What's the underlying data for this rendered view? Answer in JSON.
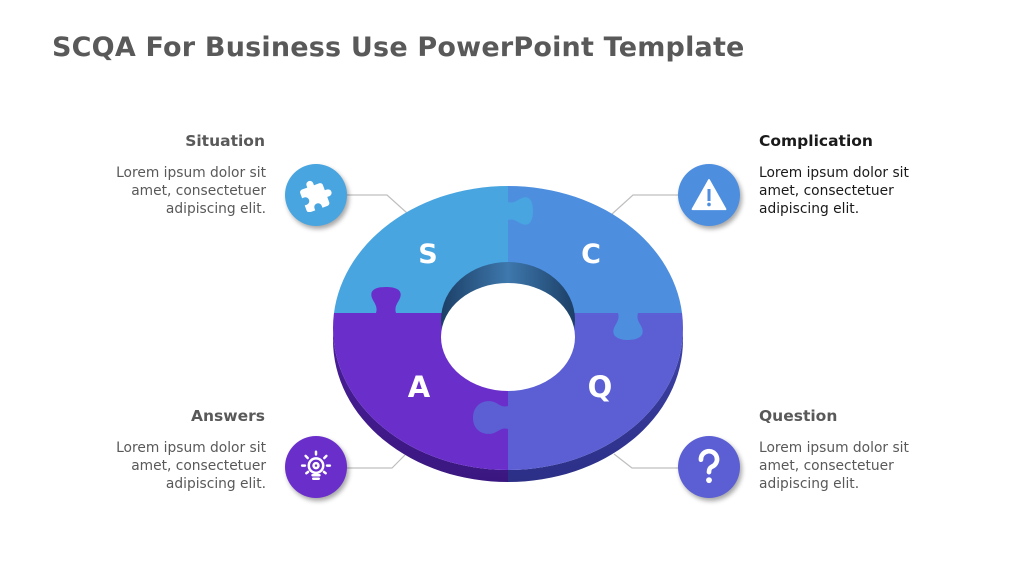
{
  "slide": {
    "title": "SCQA For Business Use PowerPoint Template"
  },
  "sections": {
    "situation": {
      "heading": "Situation",
      "body": "Lorem ipsum dolor sit amet, consectetuer adipiscing elit.",
      "letter": "S",
      "icon": "puzzle-piece-icon",
      "color": "#48a5e0"
    },
    "complication": {
      "heading": "Complication",
      "body": "Lorem ipsum dolor sit amet, consectetuer adipiscing elit.",
      "letter": "C",
      "icon": "warning-triangle-icon",
      "color": "#4d8edf"
    },
    "answers": {
      "heading": "Answers",
      "body": "Lorem ipsum dolor sit amet, consectetuer adipiscing elit.",
      "letter": "A",
      "icon": "lightbulb-icon",
      "color": "#6a2fcb"
    },
    "question": {
      "heading": "Question",
      "body": "Lorem ipsum dolor sit amet, consectetuer adipiscing elit.",
      "letter": "Q",
      "icon": "question-mark-icon",
      "color": "#5b5fd3"
    }
  },
  "colors": {
    "title_text": "#595959",
    "body_text": "#595959",
    "connector": "#bfbfbf"
  }
}
